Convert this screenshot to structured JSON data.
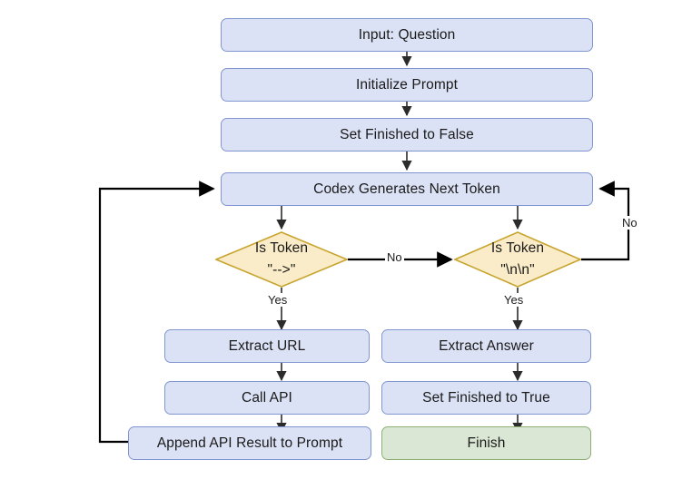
{
  "diagram": {
    "title": "Codex API-calling loop flowchart",
    "type": "flowchart",
    "colors": {
      "process_fill": "#dce2f5",
      "process_stroke": "#8196d0",
      "decision_fill": "#faecc8",
      "decision_stroke": "#c8a530",
      "terminal_fill": "#dbe7d5",
      "terminal_stroke": "#8cb073",
      "edge_stroke": "#000000",
      "text": "#1a1a1a"
    },
    "nodes": {
      "input_question": {
        "label": "Input: Question",
        "shape": "process"
      },
      "initialize_prompt": {
        "label": "Initialize Prompt",
        "shape": "process"
      },
      "set_finished_false": {
        "label": "Set Finished to False",
        "shape": "process"
      },
      "codex_generates": {
        "label": "Codex Generates Next Token",
        "shape": "process"
      },
      "is_token_arrow": {
        "line1": "Is Token",
        "line2": "\"-->\"",
        "shape": "decision"
      },
      "is_token_newline": {
        "line1": "Is Token",
        "line2": "\"\\n\\n\"",
        "shape": "decision"
      },
      "extract_url": {
        "label": "Extract URL",
        "shape": "process"
      },
      "call_api": {
        "label": "Call API",
        "shape": "process"
      },
      "append_api_result": {
        "label": "Append API Result to Prompt",
        "shape": "process"
      },
      "extract_answer": {
        "label": "Extract Answer",
        "shape": "process"
      },
      "set_finished_true": {
        "label": "Set Finished to True",
        "shape": "process"
      },
      "finish": {
        "label": "Finish",
        "shape": "terminal"
      }
    },
    "edge_labels": {
      "arrow_no": "No",
      "arrow_yes": "Yes",
      "newline_yes": "Yes",
      "newline_no": "No"
    },
    "edges": [
      {
        "from": "input_question",
        "to": "initialize_prompt",
        "label": ""
      },
      {
        "from": "initialize_prompt",
        "to": "set_finished_false",
        "label": ""
      },
      {
        "from": "set_finished_false",
        "to": "codex_generates",
        "label": ""
      },
      {
        "from": "codex_generates",
        "to": "is_token_arrow",
        "label": ""
      },
      {
        "from": "codex_generates",
        "to": "is_token_newline",
        "label": ""
      },
      {
        "from": "is_token_arrow",
        "to": "is_token_newline",
        "label": "No"
      },
      {
        "from": "is_token_arrow",
        "to": "extract_url",
        "label": "Yes"
      },
      {
        "from": "is_token_newline",
        "to": "extract_answer",
        "label": "Yes"
      },
      {
        "from": "is_token_newline",
        "to": "codex_generates",
        "label": "No"
      },
      {
        "from": "extract_url",
        "to": "call_api",
        "label": ""
      },
      {
        "from": "call_api",
        "to": "append_api_result",
        "label": ""
      },
      {
        "from": "append_api_result",
        "to": "codex_generates",
        "label": ""
      },
      {
        "from": "extract_answer",
        "to": "set_finished_true",
        "label": ""
      },
      {
        "from": "set_finished_true",
        "to": "finish",
        "label": ""
      }
    ]
  }
}
